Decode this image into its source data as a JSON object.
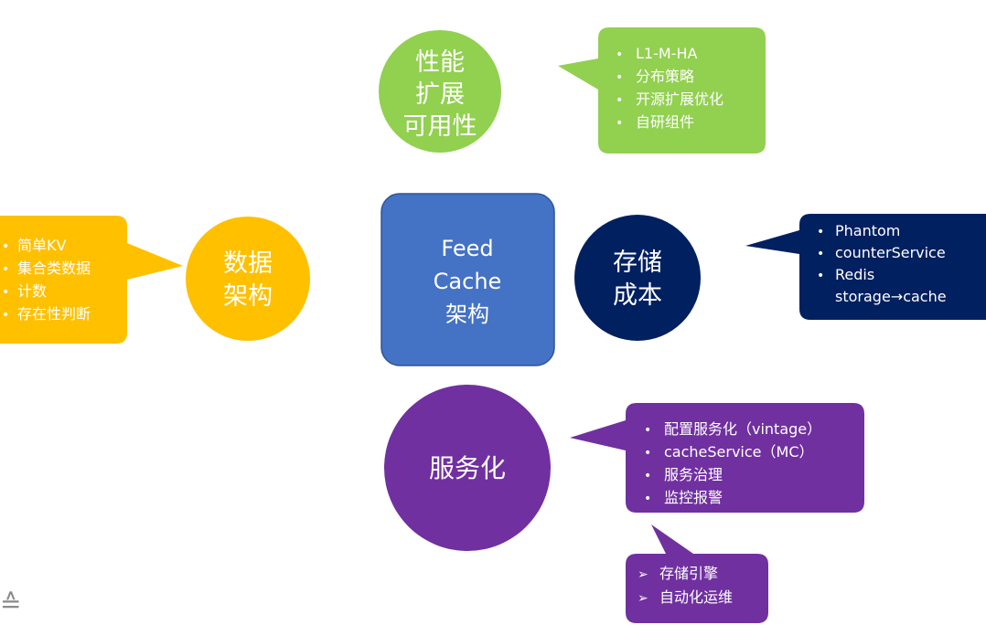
{
  "colors": {
    "green": "#92D050",
    "yellow": "#FFC000",
    "blue": "#4472C4",
    "navy": "#002060",
    "purple": "#7030A0",
    "white": "#FFFFFF"
  },
  "center": {
    "lines": [
      "Feed",
      "Cache",
      "架构"
    ]
  },
  "nodes": {
    "performance": {
      "lines": [
        "性能",
        "扩展",
        "可用性"
      ],
      "callout": {
        "bullet": "•",
        "items": [
          "L1-M-HA",
          "分布策略",
          "开源扩展优化",
          "自研组件"
        ]
      }
    },
    "data_architecture": {
      "lines": [
        "数据",
        "架构"
      ],
      "callout": {
        "bullet": "•",
        "items": [
          "简单KV",
          "集合类数据",
          "计数",
          "存在性判断"
        ]
      }
    },
    "storage_cost": {
      "lines": [
        "存储",
        "成本"
      ],
      "callout": {
        "bullet": "•",
        "items": [
          "Phantom",
          "counterService",
          "Redis",
          "storage→cache"
        ]
      }
    },
    "servicization": {
      "lines": [
        "服务化"
      ],
      "callout": {
        "bullet": "•",
        "items": [
          "配置服务化（vintage）",
          "cacheService（MC）",
          "服务治理",
          "监控报警"
        ]
      },
      "sub_callout": {
        "bullet": "➢",
        "items": [
          "存储引擎",
          "自动化运维"
        ]
      }
    }
  },
  "corner": {
    "icon": "logo-fragment-icon",
    "glyph": "≙"
  }
}
